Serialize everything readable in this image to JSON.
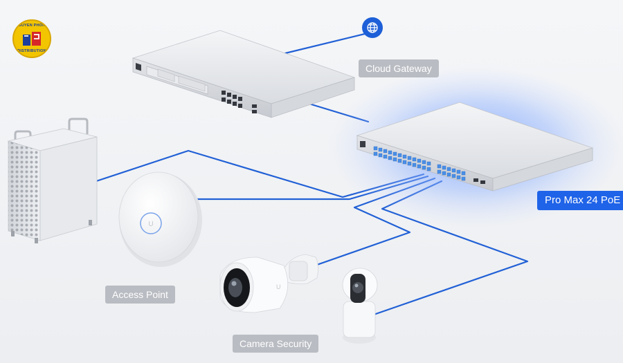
{
  "labels": {
    "cloud_gateway": "Cloud Gateway",
    "switch": "Pro Max 24 PoE",
    "access_point": "Access Point",
    "camera_security": "Camera Security"
  },
  "logo": {
    "top_text": "NGUYEN PHONG",
    "bottom_text": "DISTRIBUTION"
  },
  "colors": {
    "link_line": "#2160d6",
    "label_gray": "#b9bcc2",
    "label_accent": "#1f63e8",
    "switch_glow": "#6f9cff",
    "port_blue": "#4a8fe6"
  },
  "icons": {
    "internet": "globe-icon",
    "logo": "company-logo"
  }
}
